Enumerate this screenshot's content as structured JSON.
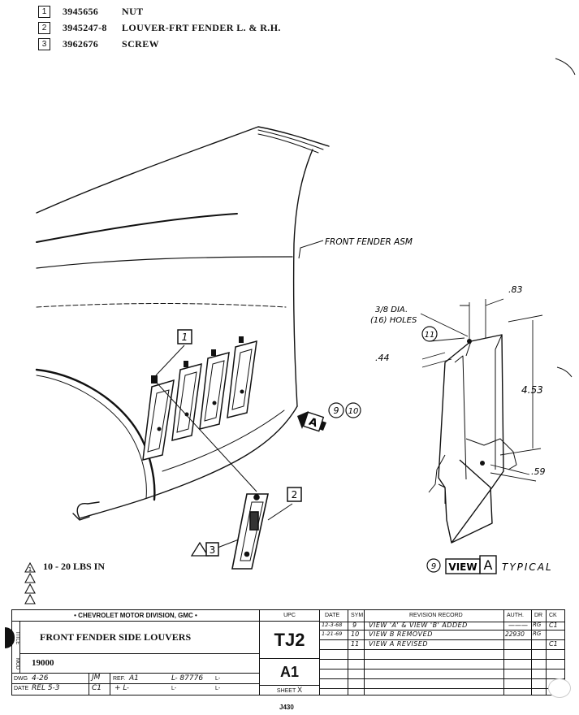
{
  "parts_list": [
    {
      "item": "1",
      "part_number": "3945656",
      "description": "NUT"
    },
    {
      "item": "2",
      "part_number": "3945247-8",
      "description": "LOUVER-FRT FENDER L. & R.H."
    },
    {
      "item": "3",
      "part_number": "3962676",
      "description": "SCREW"
    }
  ],
  "callouts": {
    "front_fender": "FRONT FENDER ASM",
    "hole_dia": "3/8 DIA.",
    "hole_count": "(16) HOLES",
    "dim_83": ".83",
    "dim_44": ".44",
    "dim_453": "4.53",
    "dim_59": ".59",
    "item_1": "1",
    "item_2": "2",
    "item_3": "3",
    "item_9": "9",
    "item_10": "10",
    "item_11": "11",
    "view_arrow": "A",
    "view_label": "VIEW",
    "view_letter": "A",
    "view_note": "TYPICAL",
    "view_circle": "9"
  },
  "torque_note": {
    "marker": "1",
    "text": "10 - 20  LBS IN"
  },
  "title_block": {
    "division": "• CHEVROLET MOTOR DIVISION, GMC •",
    "title_label": "TITLE",
    "title": "FRONT FENDER SIDE LOUVERS",
    "model_label": "MOD",
    "model": "19000",
    "dwg_label": "DWG",
    "dwg_date": "4-26",
    "dwg_initials": "JM",
    "ref_label": "REF.",
    "ref_value": "A1",
    "l_number": "L- 87776",
    "l_blank_1": "L-",
    "date_label": "DATE",
    "rel_date": "REL 5-3",
    "rel_initials": "C1",
    "plus_l": "+ L-",
    "l_blank_2": "L-",
    "l_blank_3": "L-",
    "upc_label": "UPC",
    "upc": "TJ2",
    "sheet_code": "A1",
    "sheet_label": "SHEET",
    "sheet_mark": "X",
    "headers": {
      "date": "DATE",
      "sym": "SYM",
      "record": "REVISION RECORD",
      "auth": "AUTH.",
      "dr": "DR",
      "ck": "CK"
    },
    "revisions": [
      {
        "date": "12-3-68",
        "sym": "9",
        "record": "VIEW 'A' & VIEW 'B' ADDED",
        "auth": "———",
        "dr": "RG",
        "ck": "C1"
      },
      {
        "date": "1-21-69",
        "sym": "10",
        "record": "VIEW B REMOVED",
        "auth": "22930",
        "dr": "RG",
        "ck": ""
      },
      {
        "date": "",
        "sym": "11",
        "record": "VIEW A REVISED",
        "auth": "",
        "dr": "",
        "ck": "C1"
      }
    ]
  },
  "page_code": "J430"
}
